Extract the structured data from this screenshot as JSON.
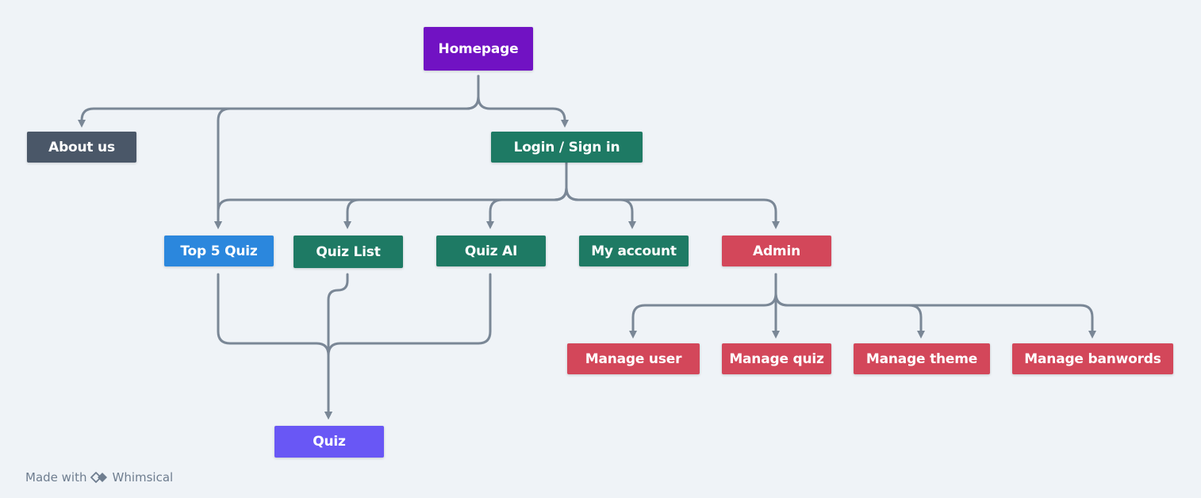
{
  "nodes": {
    "homepage": "Homepage",
    "about_us": "About us",
    "login": "Login / Sign in",
    "top5": "Top 5 Quiz",
    "quiz_list": "Quiz List",
    "quiz_ai": "Quiz AI",
    "my_account": "My account",
    "admin": "Admin",
    "manage_user": "Manage user",
    "manage_quiz": "Manage quiz",
    "manage_theme": "Manage theme",
    "manage_banwords": "Manage banwords",
    "quiz": "Quiz"
  },
  "footer": {
    "made_with": "Made with",
    "brand": "Whimsical"
  },
  "colors": {
    "background": "#eff3f7",
    "connector": "#7a8796",
    "homepage": "#7112c3",
    "about_us": "#4a5768",
    "teal": "#1e7a64",
    "top5": "#2b87dd",
    "admin_red": "#d3475a",
    "quiz": "#6957f5"
  },
  "icons": {
    "footer_logo": "whimsical-logo-icon"
  }
}
